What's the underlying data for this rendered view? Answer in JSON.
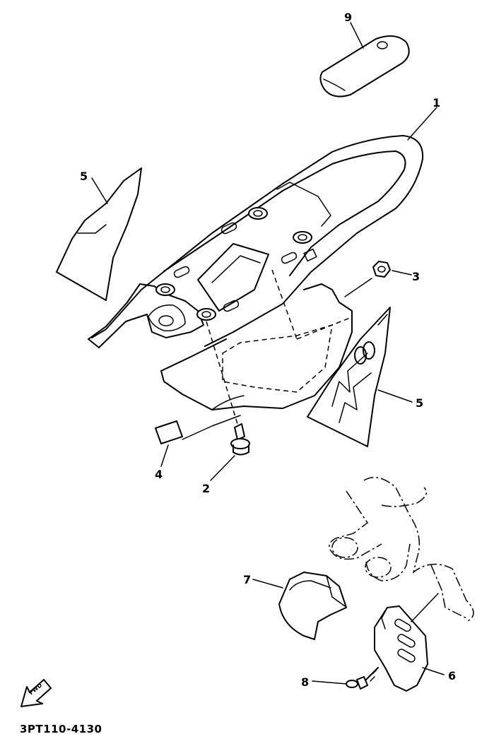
{
  "callouts": {
    "c1": "1",
    "c2": "2",
    "c3": "3",
    "c4": "4",
    "c5a": "5",
    "c5b": "5",
    "c6": "6",
    "c7": "7",
    "c8": "8",
    "c9": "9"
  },
  "footer": {
    "part_code": "3PT110-4130",
    "fwd_label": "FWD"
  }
}
